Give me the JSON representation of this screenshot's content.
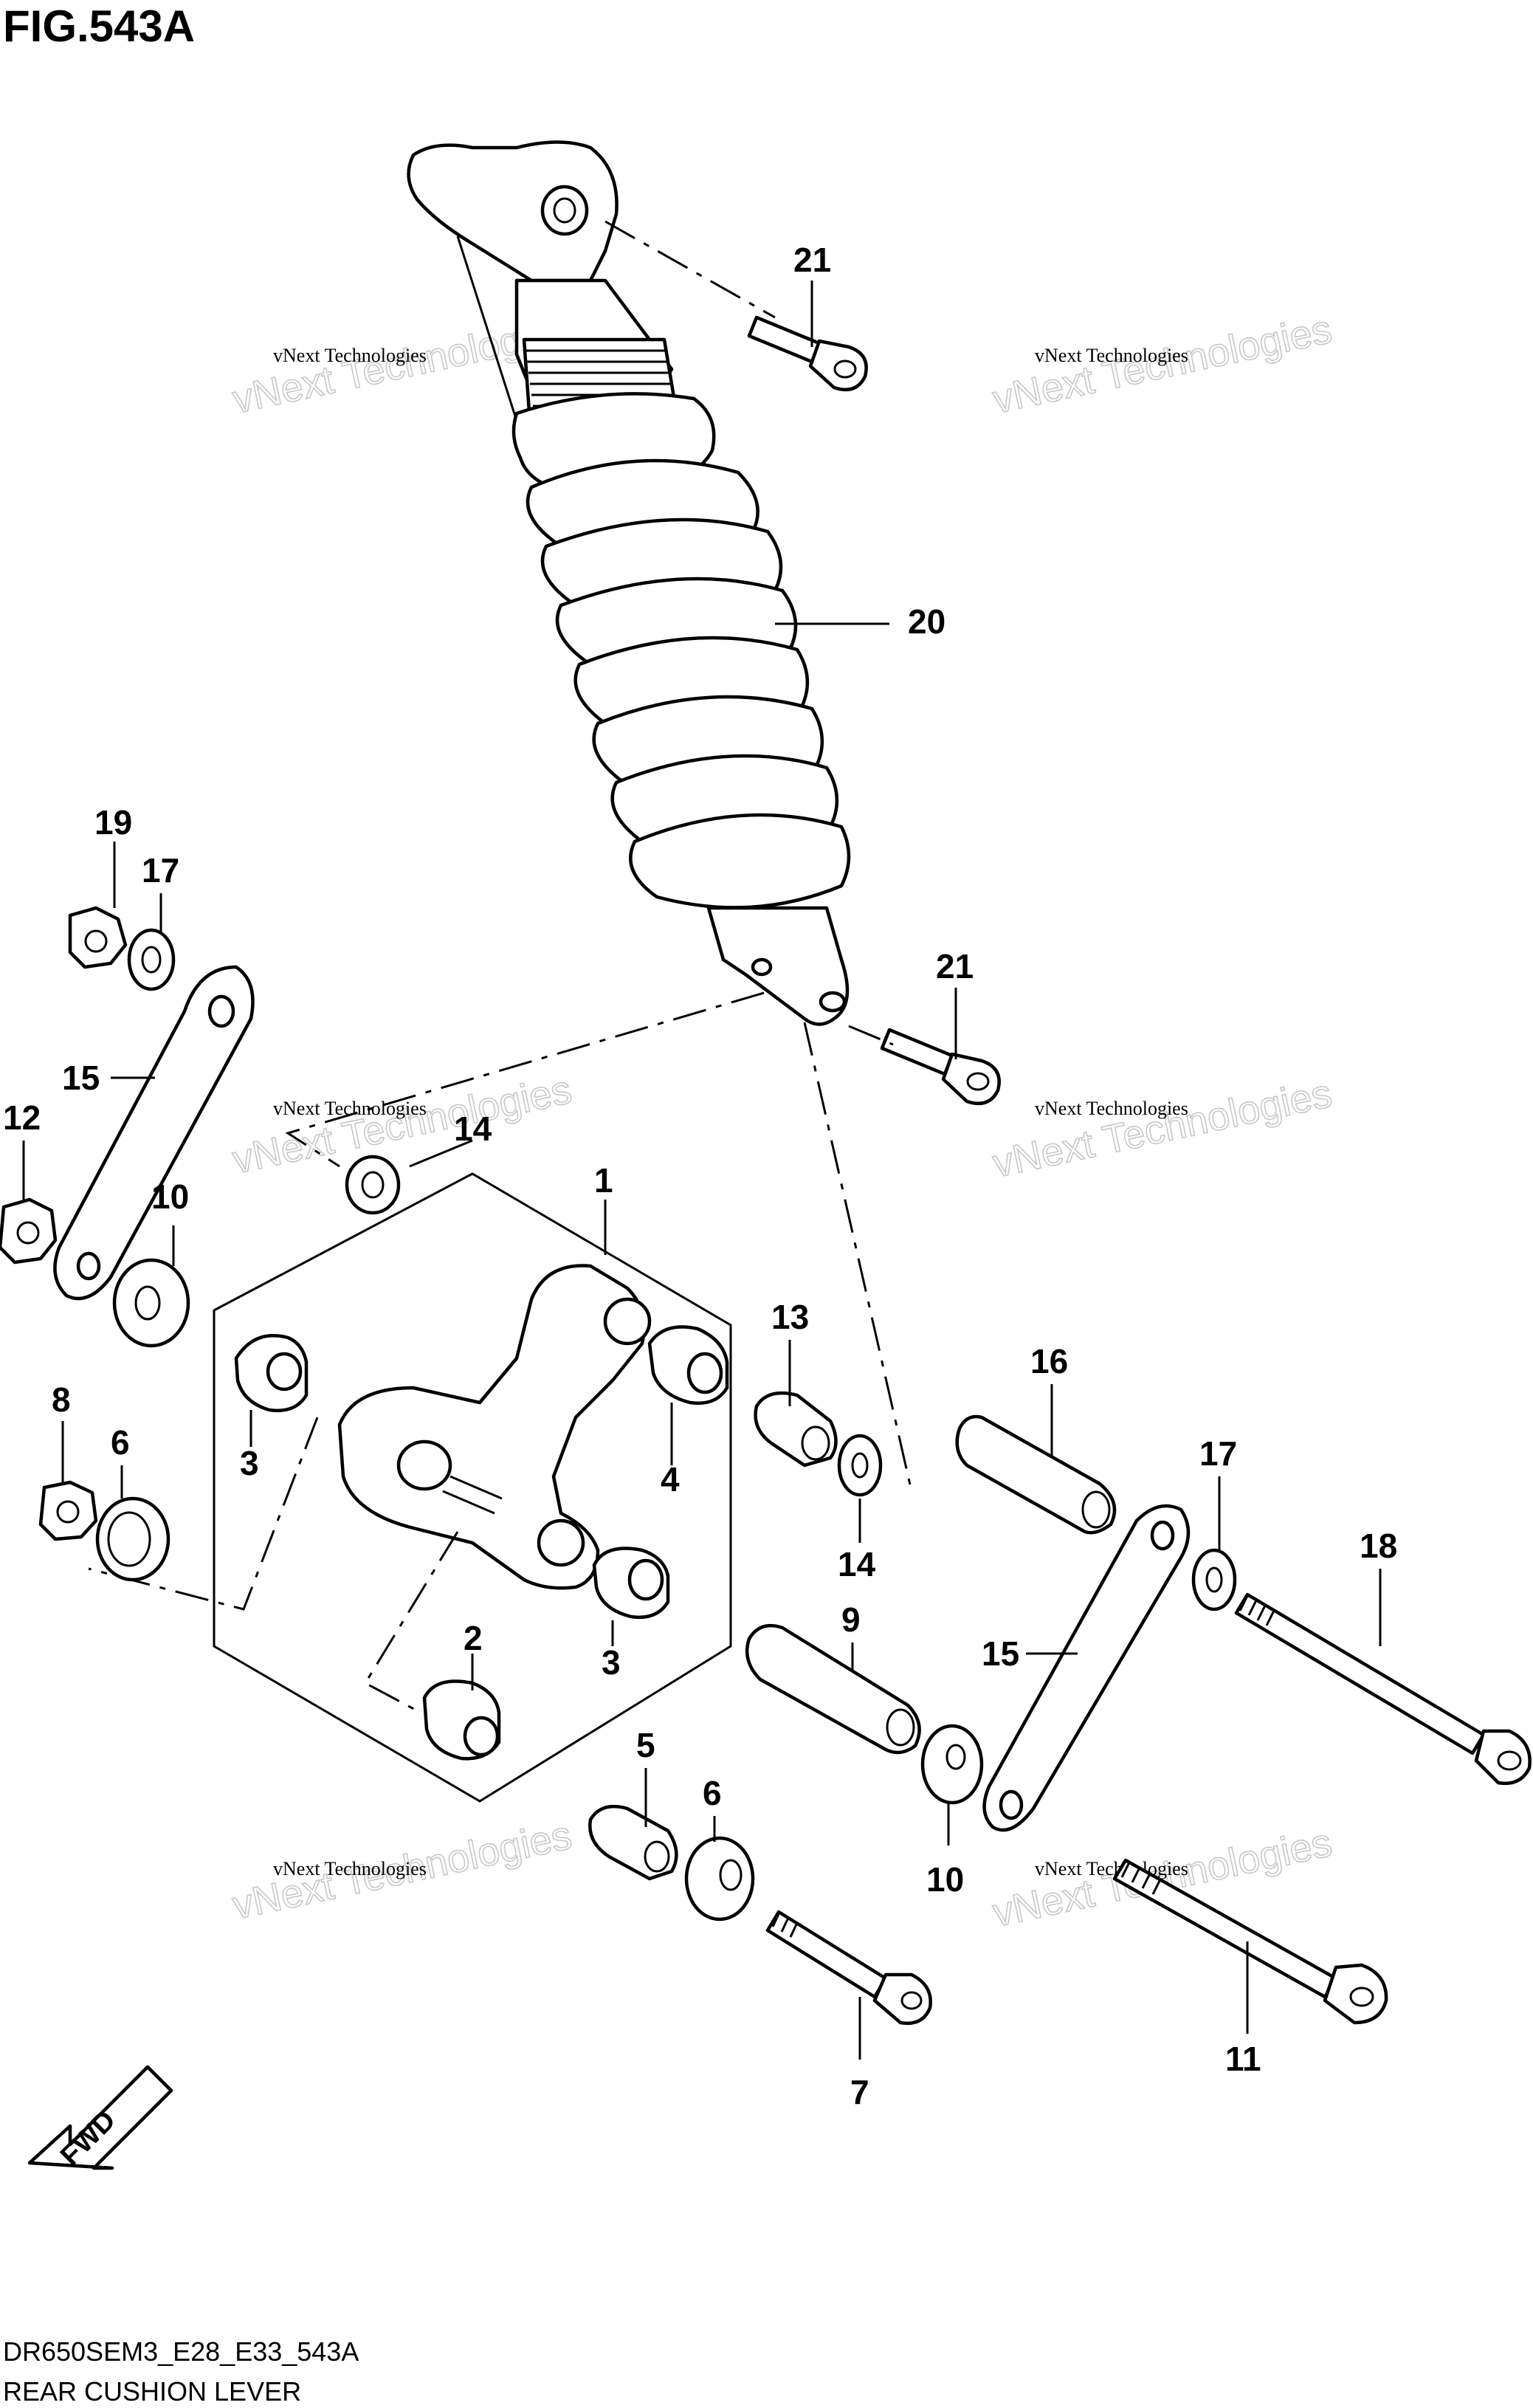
{
  "figure": {
    "title": "FIG.543A",
    "code": "DR650SEM3_E28_E33_543A",
    "caption": "REAR CUSHION LEVER"
  },
  "watermark": {
    "line1": "vNext Technologies",
    "line2": "vNext Technologies"
  },
  "callouts": {
    "c1": "1",
    "c2": "2",
    "c3a": "3",
    "c3b": "3",
    "c4": "4",
    "c5": "5",
    "c6a": "6",
    "c6b": "6",
    "c7": "7",
    "c8": "8",
    "c9": "9",
    "c10a": "10",
    "c10b": "10",
    "c11": "11",
    "c12": "12",
    "c13": "13",
    "c14a": "14",
    "c14b": "14",
    "c15a": "15",
    "c15b": "15",
    "c16": "16",
    "c17a": "17",
    "c17b": "17",
    "c18": "18",
    "c19": "19",
    "c20": "20",
    "c21a": "21",
    "c21b": "21"
  },
  "fwd_label": "FWD"
}
